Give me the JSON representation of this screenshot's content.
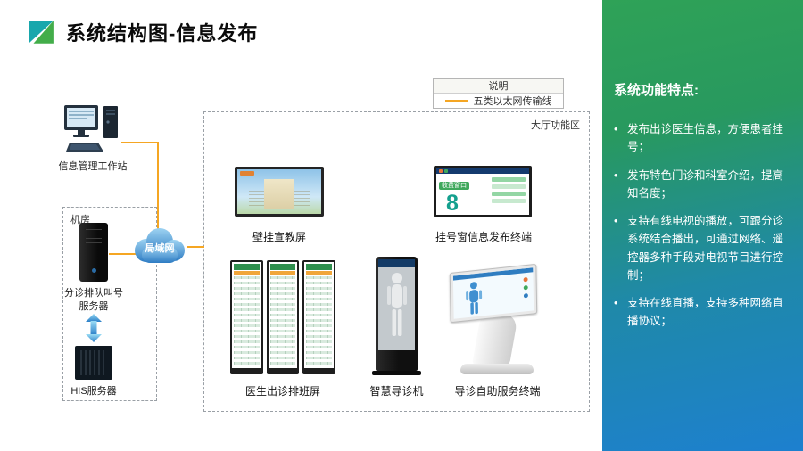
{
  "header": {
    "title": "系统结构图-信息发布"
  },
  "legend": {
    "title": "说明",
    "line_label": "五类以太网传输线",
    "line_color": "#F5A623"
  },
  "left_column": {
    "workstation_label": "信息管理工作站",
    "machine_room_label": "机房",
    "server1_label_line1": "分诊排队叫号",
    "server1_label_line2": "服务器",
    "cloud_label": "局域网",
    "server2_label": "HIS服务器"
  },
  "hall": {
    "label": "大厅功能区",
    "devices": [
      {
        "id": "wall-display",
        "label": "壁挂宣教屏"
      },
      {
        "id": "registration-terminal",
        "label": "挂号窗信息发布终端",
        "screen_window": "收费窗口",
        "screen_number": "8"
      },
      {
        "id": "doctor-schedule-screens",
        "label": "医生出诊排班屏"
      },
      {
        "id": "smart-guide-kiosk",
        "label": "智慧导诊机"
      },
      {
        "id": "self-service-terminal",
        "label": "导诊自助服务终端"
      }
    ]
  },
  "side_panel": {
    "title": "系统功能特点:",
    "bullet_char": "•",
    "bullets": [
      "发布出诊医生信息，方便患者挂号；",
      "发布特色门诊和科室介绍，提高知名度；",
      "支持有线电视的播放，可跟分诊系统结合播出，可通过网络、遥控器多种手段对电视节目进行控制；",
      "支持在线直播，支持多种网络直播协议；"
    ]
  }
}
